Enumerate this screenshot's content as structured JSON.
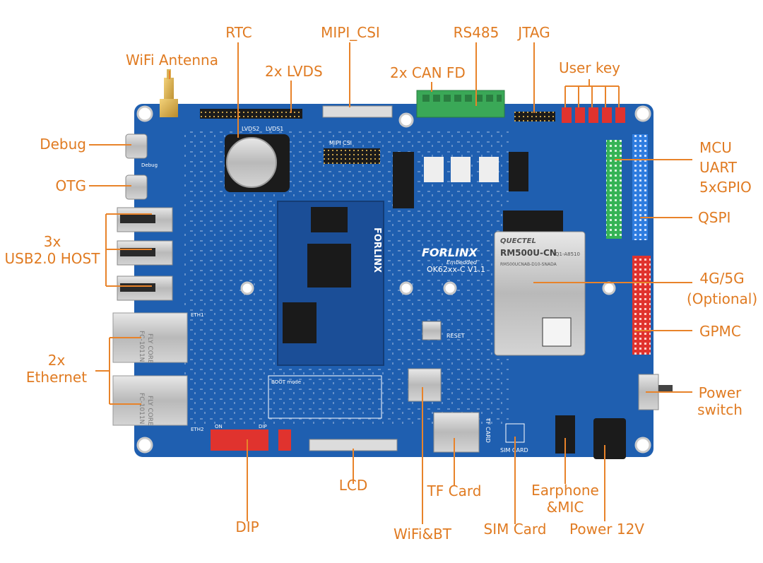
{
  "labels": {
    "rtc": "RTC",
    "mipi_csi": "MIPI_CSI",
    "rs485": "RS485",
    "jtag": "JTAG",
    "wifi_antenna": "WiFi Antenna",
    "lvds": "2x LVDS",
    "can_fd": "2x CAN FD",
    "user_key": "User key",
    "debug": "Debug",
    "otg": "OTG",
    "usb_line1": "3x",
    "usb_line2": "USB2.0 HOST",
    "ethernet_line1": "2x",
    "ethernet_line2": "Ethernet",
    "mcu": "MCU",
    "uart": "UART",
    "gpio": "5xGPIO",
    "qspi": "QSPI",
    "modem_line1": "4G/5G",
    "modem_line2": "(Optional)",
    "gpmc": "GPMC",
    "power_switch_line1": "Power",
    "power_switch_line2": "switch",
    "lcd": "LCD",
    "tf_card": "TF Card",
    "dip": "DIP",
    "wifi_bt": "WiFi&BT",
    "sim_card": "SIM Card",
    "earphone_line1": "Earphone",
    "earphone_line2": "&MIC",
    "power_12v": "Power 12V"
  },
  "board": {
    "brand": "FORLINX",
    "brand_sub": "Embedded",
    "model": "OK62xx-C V1.1",
    "module_brand": "FORLINX",
    "modem_vendor": "QUECTEL",
    "modem_model": "RM500U-CN",
    "modem_part": "Q1-A8510",
    "modem_code": "RM500UCNAB-D10-SNADA",
    "silk_mipi_csi": "MIPI CSI",
    "silk_lvds2": "LVDS2",
    "silk_lvds1": "LVDS1",
    "silk_debug": "Debug",
    "silk_eth1": "ETH1",
    "silk_eth2": "ETH2",
    "silk_reset": "RESET",
    "silk_sim": "SIM CARD",
    "silk_tf": "TF CARD",
    "silk_on": "ON",
    "silk_dip": "DIP",
    "silk_boot": "BOOT mode",
    "eth_jack_brand": "FLY CORE",
    "eth_jack_part": "FC-1011N"
  },
  "colors": {
    "label_orange": "#e07b22",
    "leader_orange": "#e8832a",
    "pcb_blue": "#1f5fb0",
    "pcb_dark": "#174c93",
    "terminal_green": "#3aa857",
    "header_blue": "#2f7de0",
    "header_red": "#e0332e",
    "header_green": "#35b355",
    "silk_white": "#ffffff"
  }
}
